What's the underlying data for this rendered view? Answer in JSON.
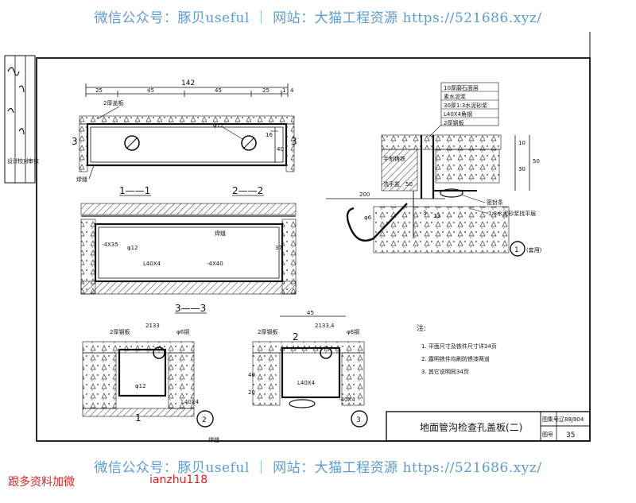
{
  "watermark": {
    "text": "微信公众号：豚贝useful ｜ 网站：大猫工程资源 https://521686.xyz/"
  },
  "promo": {
    "left": "跟多资料加微",
    "right": "ianzhu118"
  },
  "side_block": {
    "designer": "设计",
    "checker": "校对",
    "approver": "审核"
  },
  "title_block": {
    "title": "地面管沟检查孔盖板(二)",
    "atlas_label": "图集号",
    "atlas_no": "辽88J904",
    "page_label": "图号",
    "page_no": "35"
  },
  "sections": {
    "s11": "1——1",
    "s22": "2——2",
    "s33": "3——3",
    "mark1": "1",
    "mark1_note": "(套用)",
    "mark2": "2",
    "mark3": "3",
    "cut3": "3"
  },
  "dims": {
    "total": "142",
    "d25a": "25",
    "d45a": "45",
    "d45b": "45",
    "d25b": "25",
    "d1": "1",
    "d4": "4",
    "d16": "16",
    "d40": "40",
    "d37": "37",
    "d200": "200",
    "d13": "13",
    "d10": "10",
    "d30": "30",
    "d50": "50",
    "d3": "3",
    "d20": "20",
    "d45c": "45",
    "d2133": "2133",
    "d21334": "2133,4",
    "v40": "40"
  },
  "labels": {
    "plate2": "2厚盖板",
    "phi12": "φ12",
    "weld": "焊缝",
    "weld2": "焊缝",
    "weld3": "焊缝",
    "flat4x35": "-4X35",
    "angle": "L40X4",
    "angle2": "L40X4",
    "angle3": "L40X4",
    "flat4x40": "-4X40",
    "flat4x40b": "-40X4",
    "phi12b": "φ12",
    "phi12c": "φ12",
    "plate2b": "2厚钢板",
    "plate2c": "2厚钢板",
    "phi6": "φ6钢",
    "phi6b": "φ6钢",
    "phi6c": "φ6",
    "seal": "密封条",
    "handle": "手制铸铁",
    "marble": "洗手盆",
    "sp1": "10厚磨石面层",
    "sp2": "素水泥浆",
    "sp3": "30厚1:3水泥砂浆",
    "sp4": "L40X4角钢",
    "sp5": "2厚钢板",
    "mortar": "1:3水泥砂浆找平层",
    "d50v": "50",
    "d13b": "13"
  },
  "notes": {
    "heading": "注:",
    "n1": "1. 平面尺寸及铁件尺寸详34页",
    "n2": "2. 露明铁件均刷防锈漆两道",
    "n3": "3. 其它说明同34页"
  }
}
